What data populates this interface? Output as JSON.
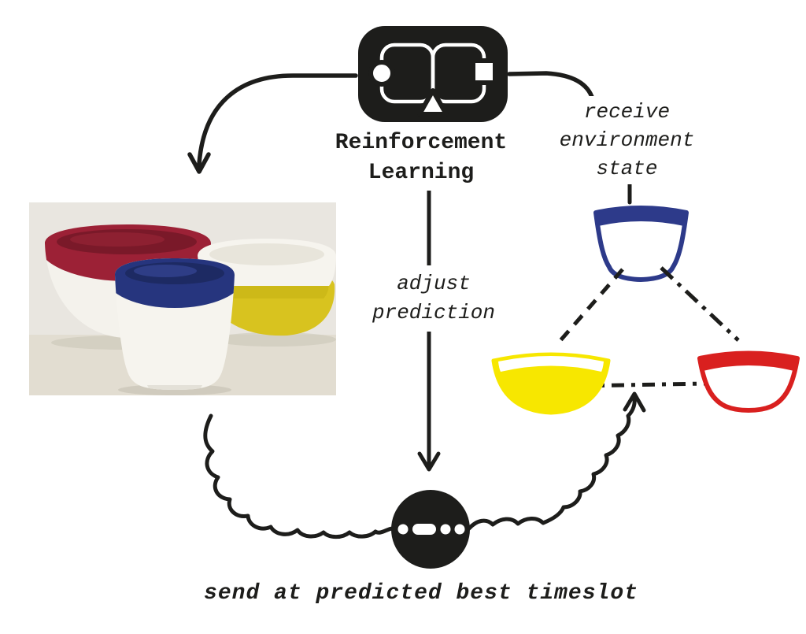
{
  "diagram": {
    "title": "Reinforcement Learning flow diagram",
    "labels": {
      "title": "Reinforcement\nLearning",
      "receive": "receive\nenvironment\nstate",
      "adjust": "adjust\nprediction",
      "send": "send at predicted best timeslot"
    },
    "icons": [
      {
        "name": "reinforcement-learning-cycle-icon",
        "desc": "black rounded rectangle with white loop, circle, square and triangle"
      },
      {
        "name": "morse-signal-icon",
        "desc": "black circle with white dot-dash-dot-dot morse code"
      }
    ],
    "nodes": [
      {
        "name": "bowls-photo",
        "desc": "photo of ceramic bowls: crimson-rim bowl, blue-rim cup, yellow bowl with white bowl stacked"
      },
      {
        "name": "blue-bowl-illustration",
        "color": "#2d3a8a"
      },
      {
        "name": "yellow-bowl-illustration",
        "color": "#f7e700"
      },
      {
        "name": "red-bowl-illustration",
        "color": "#d9201f"
      }
    ],
    "colors": {
      "ink": "#1d1d1b",
      "blue": "#2d3a8a",
      "yellow": "#f7e700",
      "red": "#d9201f",
      "photo_crimson": "#9c2136",
      "photo_blue": "#26357e",
      "photo_yellow": "#d8c31f",
      "background": "#ffffff"
    }
  }
}
